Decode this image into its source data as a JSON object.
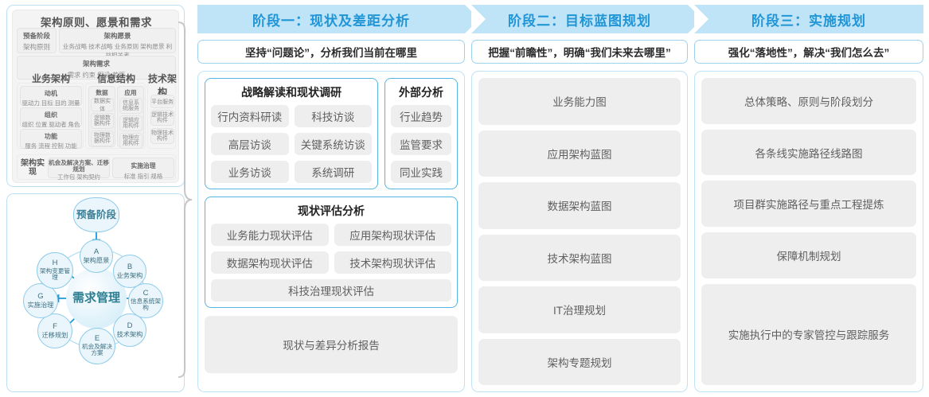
{
  "left_panel": {
    "togaf_framework": {
      "title": "架构原则、愿景和需求",
      "row1": [
        {
          "head": "预备阶段",
          "sub": "架构原则"
        },
        {
          "head": "架构愿景",
          "sub": "业务战略 技术战略 业务原则 架构愿景 利益相关者"
        }
      ],
      "row2": [
        {
          "head": "架构需求",
          "sub": "需求    约束    假设    差距"
        }
      ],
      "columns": [
        {
          "title": "业务架构",
          "items": [
            {
              "head": "动机",
              "sub": "驱动力 目标 目的 测量"
            },
            {
              "head": "组织",
              "sub": "组织 位置 驱动者 角色"
            },
            {
              "head": "功能",
              "sub": "服务 流程 控制 功能"
            }
          ]
        },
        {
          "title": "信息结构",
          "subcolumns": [
            {
              "head": "数据",
              "items": [
                "数据实体",
                "逻辑数据构件",
                "物理数据构件"
              ]
            },
            {
              "head": "应用",
              "items": [
                "信息系统服务",
                "逻辑应用构件",
                "物理应用构件"
              ]
            }
          ]
        },
        {
          "title": "技术架构",
          "items": [
            "平台服务",
            "逻辑技术构件",
            "物理技术构件"
          ]
        }
      ],
      "bottom": {
        "label": "架构实现",
        "boxes": [
          {
            "head": "机会及解决方案、迁移规划",
            "sub": "工作包  架构契约"
          },
          {
            "head": "实施治理",
            "sub": "标准  指引  规格"
          }
        ]
      }
    },
    "adm_cycle": {
      "prep": "预备阶段",
      "center": "需求管理",
      "nodes": [
        {
          "key": "A",
          "label": "架构愿景"
        },
        {
          "key": "B",
          "label": "业务架构"
        },
        {
          "key": "C",
          "label": "信息系统架构"
        },
        {
          "key": "D",
          "label": "技术架构"
        },
        {
          "key": "E",
          "label": "机会及解决方案"
        },
        {
          "key": "F",
          "label": "迁移规划"
        },
        {
          "key": "G",
          "label": "实施治理"
        },
        {
          "key": "H",
          "label": "架构变更管理"
        }
      ]
    }
  },
  "colors": {
    "arrow_bg": "#bfe3f7",
    "arrow_text": "#2196d6",
    "panel_border": "#bfe3f7",
    "group_border": "#57b5e3",
    "chip_bg": "#eeeeee",
    "chip_text": "#5f5f5f"
  },
  "stages": [
    {
      "header": "阶段一：现状及差距分析",
      "subtitle": "坚持“问题论”，分析我们当前在哪里",
      "groups": [
        {
          "title": "战略解读和现状调研",
          "rows": [
            [
              "行内资料研读",
              "科技访谈"
            ],
            [
              "高层访谈",
              "关键系统访谈"
            ],
            [
              "业务访谈",
              "系统调研"
            ]
          ]
        },
        {
          "title": "外部分析",
          "rows": [
            [
              "行业趋势"
            ],
            [
              "监管要求"
            ],
            [
              "同业实践"
            ]
          ]
        },
        {
          "title": "现状评估分析",
          "rows": [
            [
              "业务能力现状评估",
              "应用架构现状评估"
            ],
            [
              "数据架构现状评估",
              "技术架构现状评估"
            ],
            [
              "科技治理现状评估"
            ]
          ]
        }
      ],
      "footer_chip": "现状与差异分析报告"
    },
    {
      "header": "阶段二：目标蓝图规划",
      "subtitle": "把握“前瞻性”，明确“我们未来去哪里”",
      "items": [
        "业务能力图",
        "应用架构蓝图",
        "数据架构蓝图",
        "技术架构蓝图",
        "IT治理规划",
        "架构专题规划"
      ]
    },
    {
      "header": "阶段三：实施规划",
      "subtitle": "强化“落地性”，解决“我们怎么去”",
      "items": [
        "总体策略、原则与阶段划分",
        "各条线实施路径线路图",
        "项目群实施路径与重点工程提炼",
        "保障机制规划",
        "实施执行中的专家管控与跟踪服务"
      ]
    }
  ]
}
